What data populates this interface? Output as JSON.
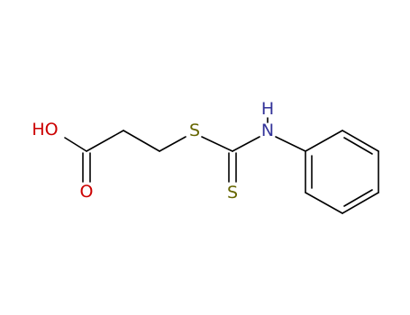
{
  "molecule": {
    "atoms": {
      "hydroxyl": {
        "label": "HO",
        "element": "O",
        "color": "#cc0000"
      },
      "carbonyl_oxygen": {
        "label": "O",
        "element": "O",
        "color": "#cc0000"
      },
      "thioether_sulfur": {
        "label": "S",
        "element": "S",
        "color": "#666600"
      },
      "thione_sulfur": {
        "label": "S",
        "element": "S",
        "color": "#666600"
      },
      "amine_nitrogen": {
        "label": "N",
        "element": "N",
        "color": "#333399"
      },
      "amine_hydrogen": {
        "label": "H",
        "element": "H",
        "color": "#333399"
      }
    },
    "bond_color": "#000000"
  }
}
